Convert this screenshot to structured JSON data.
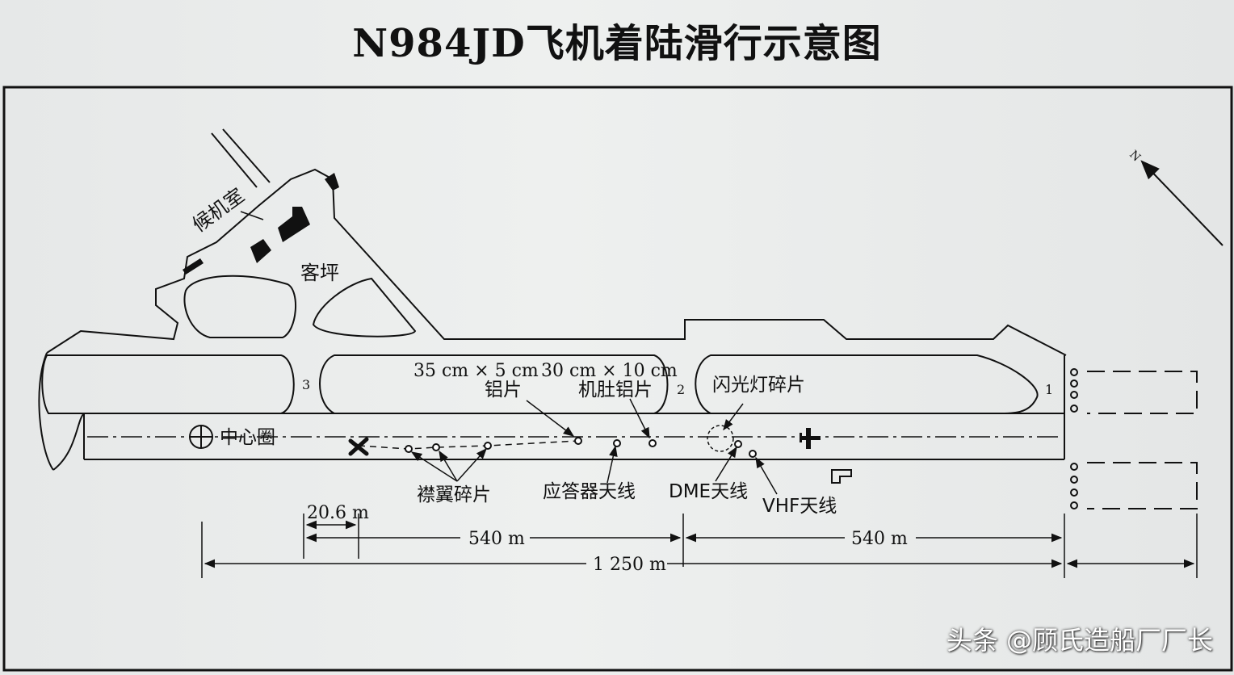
{
  "title": "N984JD飞机着陆滑行示意图",
  "labels": {
    "terminal": "候机室",
    "apron": "客坪",
    "taxiway_3": "3",
    "taxiway_2": "2",
    "taxiway_1": "1",
    "center_circle": "中心圈",
    "debris_1_size": "35 cm × 5 cm",
    "debris_1_name": "铝片",
    "debris_2_size": "30 cm × 10 cm",
    "debris_2_name": "机肚铝片",
    "strobe_debris": "闪光灯碎片",
    "flap_debris": "襟翼碎片",
    "transponder_antenna": "应答器天线",
    "dme_antenna": "DME天线",
    "vhf_antenna": "VHF天线",
    "north": "N"
  },
  "dimensions": {
    "d_small": "20.6 m",
    "d_540_left": "540 m",
    "d_540_right": "540 m",
    "d_total": "1 250 m"
  },
  "watermark": "头条 @顾氏造船厂厂长"
}
